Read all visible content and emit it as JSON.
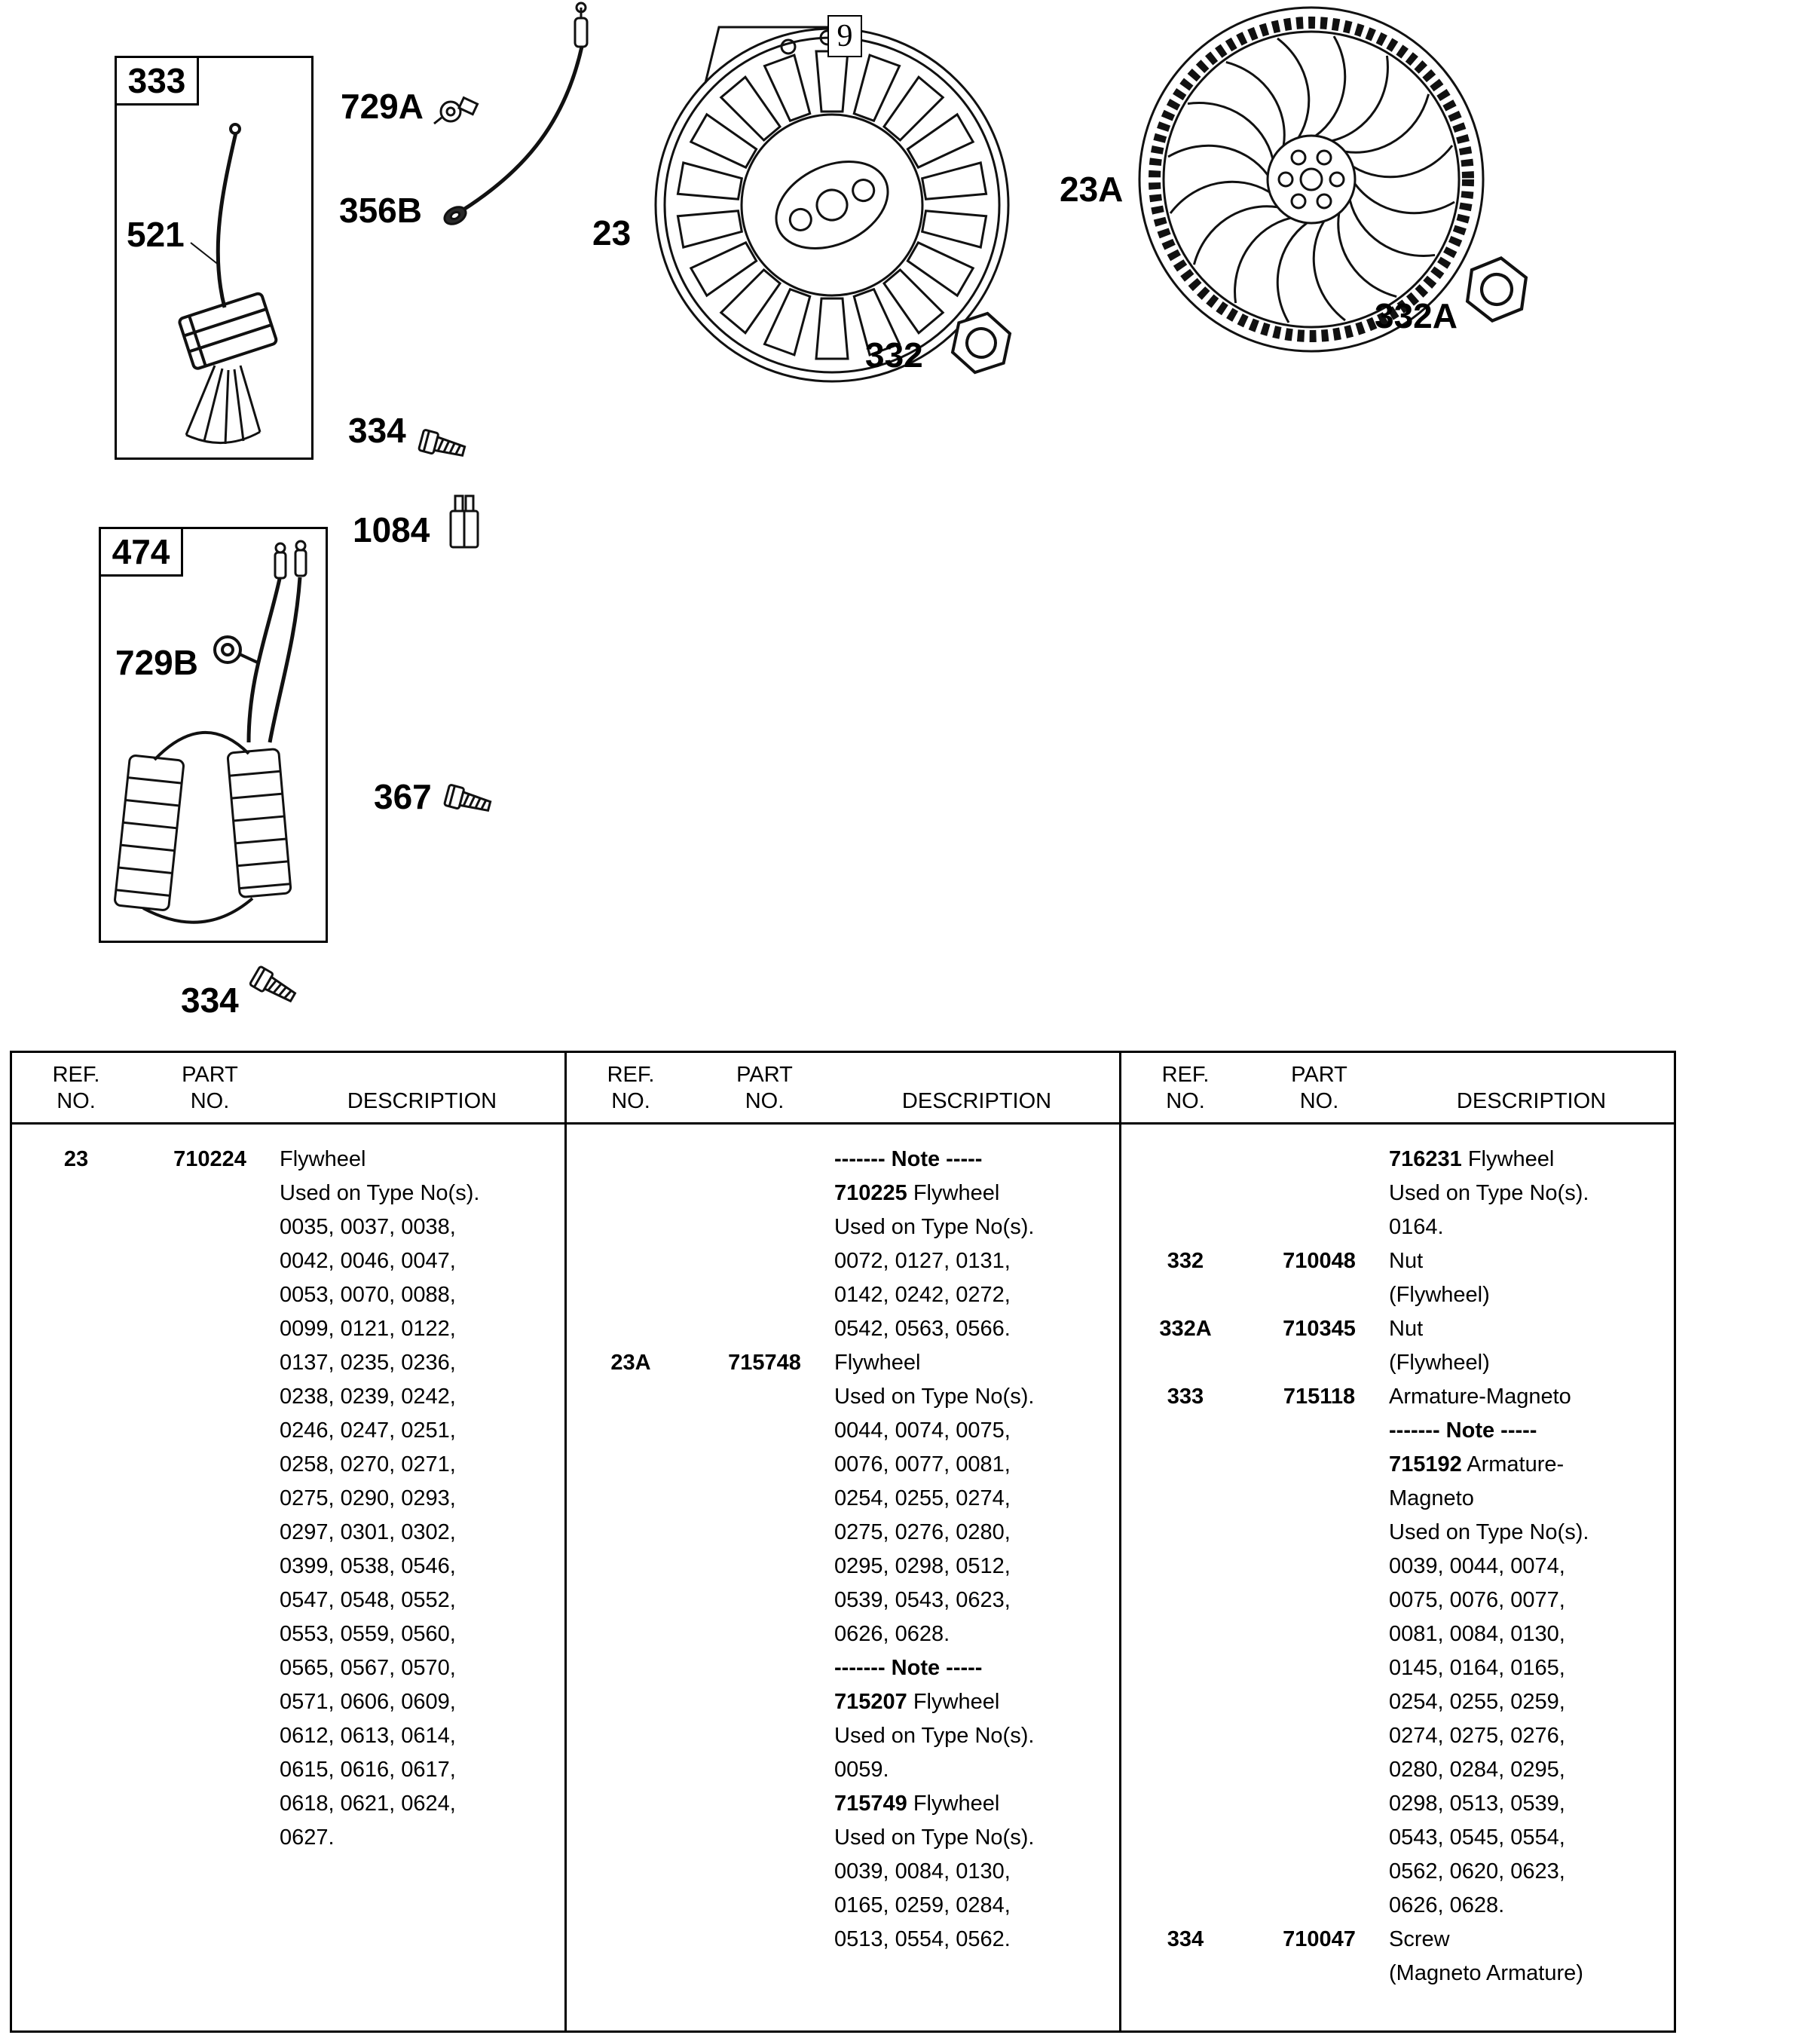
{
  "page": {
    "background": "#ffffff",
    "ink": "#000000"
  },
  "diagram": {
    "boxes": {
      "box333": "333",
      "box474": "474"
    },
    "labels": {
      "l521": "521",
      "l729A": "729A",
      "l356B": "356B",
      "l23": "23",
      "l9": "9",
      "l332": "332",
      "l23A": "23A",
      "l332A": "332A",
      "l334_top": "334",
      "l1084": "1084",
      "l729B": "729B",
      "l367": "367",
      "l334_bottom": "334"
    },
    "icons": [
      "flywheel-23-drawing",
      "flywheel-23A-drawing",
      "nut-332-drawing",
      "nut-332A-drawing",
      "screw-334-top-drawing",
      "screw-367-drawing",
      "screw-334-bottom-drawing",
      "armature-333-drawing",
      "armature-474-drawing",
      "ignition-wire-drawing",
      "part-729A-drawing",
      "part-356B-drawing",
      "part-1084-drawing",
      "ring-terminal-729B-drawing"
    ]
  },
  "table": {
    "header": {
      "ref": [
        "REF.",
        "NO."
      ],
      "part": [
        "PART",
        "NO."
      ],
      "desc": "DESCRIPTION"
    },
    "columns": [
      {
        "entries": [
          {
            "ref": "23",
            "part": "710224",
            "desc": [
              "Flywheel",
              "Used on Type No(s).",
              "0035, 0037, 0038,",
              "0042, 0046, 0047,",
              "0053, 0070, 0088,",
              "0099, 0121, 0122,",
              "0137, 0235, 0236,",
              "0238, 0239, 0242,",
              "0246, 0247, 0251,",
              "0258, 0270, 0271,",
              "0275, 0290, 0293,",
              "0297, 0301, 0302,",
              "0399, 0538, 0546,",
              "0547, 0548, 0552,",
              "0553, 0559, 0560,",
              "0565, 0567, 0570,",
              "0571, 0606, 0609,",
              "0612, 0613, 0614,",
              "0615, 0616, 0617,",
              "0618, 0621, 0624,",
              "0627."
            ]
          }
        ]
      },
      {
        "entries": [
          {
            "ref": "",
            "part": "",
            "desc": [
              {
                "b": "------- Note -----",
                "t": ""
              },
              {
                "b": "710225",
                "t": " Flywheel"
              },
              "Used on Type No(s).",
              "0072, 0127, 0131,",
              "0142, 0242, 0272,",
              "0542, 0563, 0566."
            ]
          },
          {
            "ref": "23A",
            "part": "715748",
            "desc": [
              "Flywheel",
              "Used on Type No(s).",
              "0044, 0074, 0075,",
              "0076, 0077, 0081,",
              "0254, 0255, 0274,",
              "0275, 0276, 0280,",
              "0295, 0298, 0512,",
              "0539, 0543, 0623,",
              "0626, 0628.",
              {
                "b": "------- Note -----",
                "t": ""
              },
              {
                "b": "715207",
                "t": " Flywheel"
              },
              "Used on Type No(s).",
              "0059.",
              {
                "b": "715749",
                "t": " Flywheel"
              },
              "Used on Type No(s).",
              "0039, 0084, 0130,",
              "0165, 0259, 0284,",
              "0513, 0554, 0562."
            ]
          }
        ]
      },
      {
        "entries": [
          {
            "ref": "",
            "part": "",
            "desc": [
              {
                "b": "716231",
                "t": " Flywheel"
              },
              "Used on Type No(s).",
              "0164."
            ]
          },
          {
            "ref": "332",
            "part": "710048",
            "desc": [
              "Nut",
              "(Flywheel)"
            ]
          },
          {
            "ref": "332A",
            "part": "710345",
            "desc": [
              "Nut",
              "(Flywheel)"
            ]
          },
          {
            "ref": "333",
            "part": "715118",
            "desc": [
              "Armature-Magneto",
              {
                "b": "------- Note -----",
                "t": ""
              },
              {
                "b": "715192",
                "t": " Armature-"
              },
              "Magneto",
              "Used on Type No(s).",
              "0039, 0044, 0074,",
              "0075, 0076, 0077,",
              "0081, 0084, 0130,",
              "0145, 0164, 0165,",
              "0254, 0255, 0259,",
              "0274, 0275, 0276,",
              "0280, 0284, 0295,",
              "0298, 0513, 0539,",
              "0543, 0545, 0554,",
              "0562, 0620, 0623,",
              "0626, 0628."
            ]
          },
          {
            "ref": "334",
            "part": "710047",
            "desc": [
              "Screw",
              "(Magneto Armature)"
            ]
          }
        ]
      }
    ]
  }
}
